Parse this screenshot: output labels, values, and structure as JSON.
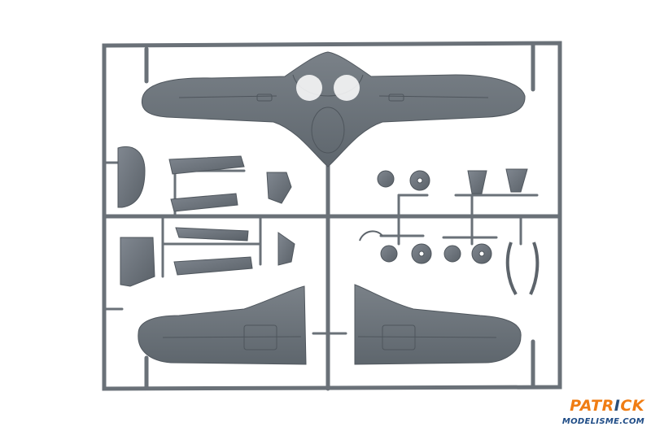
{
  "image": {
    "subject": "",
    "background_color": "#ffffff",
    "plastic_color": "#6f767d",
    "plastic_shadow_color": "#586067"
  },
  "watermark": {
    "line1_a": "PATR",
    "line1_x": "I",
    "line1_b": "CK",
    "line2": "MODELISME.COM",
    "orange": "#f07d14",
    "blue": "#1f4c86"
  }
}
